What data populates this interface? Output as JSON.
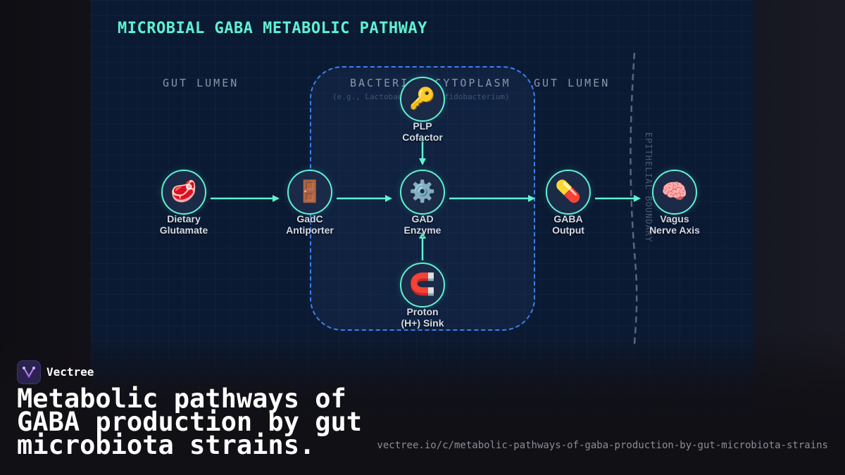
{
  "diagram": {
    "title": "MICROBIAL GABA METABOLIC PATHWAY",
    "regions": {
      "left_lumen": "GUT LUMEN",
      "cytoplasm": "BACTERIAL CYTOPLASM",
      "cytoplasm_subtitle": "(e.g., Lactobacillus, Bifidobacterium)",
      "right_lumen": "GUT LUMEN",
      "boundary": "EPITHELIAL BOUNDARY"
    },
    "nodes": {
      "glutamate": {
        "icon": "meat-icon",
        "glyph": "🥩",
        "line1": "Dietary",
        "line2": "Glutamate"
      },
      "gadc": {
        "icon": "door-icon",
        "glyph": "🚪",
        "line1": "GadC",
        "line2": "Antiporter"
      },
      "plp": {
        "icon": "key-icon",
        "glyph": "🔑",
        "line1": "PLP",
        "line2": "Cofactor"
      },
      "gad": {
        "icon": "gear-icon",
        "glyph": "⚙️",
        "line1": "GAD",
        "line2": "Enzyme"
      },
      "proton": {
        "icon": "magnet-icon",
        "glyph": "🧲",
        "line1": "Proton",
        "line2": "(H+) Sink"
      },
      "gaba": {
        "icon": "pill-icon",
        "glyph": "💊",
        "line1": "GABA",
        "line2": "Output"
      },
      "vagus": {
        "icon": "brain-icon",
        "glyph": "🧠",
        "line1": "Vagus",
        "line2": "Nerve Axis"
      }
    },
    "edges": [
      {
        "from": "Dietary Glutamate",
        "to": "GadC Antiporter"
      },
      {
        "from": "GadC Antiporter",
        "to": "GAD Enzyme"
      },
      {
        "from": "PLP Cofactor",
        "to": "GAD Enzyme"
      },
      {
        "from": "Proton (H+) Sink",
        "to": "GAD Enzyme"
      },
      {
        "from": "GAD Enzyme",
        "to": "GABA Output"
      },
      {
        "from": "GABA Output",
        "to": "Vagus Nerve Axis"
      }
    ]
  },
  "colors": {
    "accent": "#5ef2d2",
    "cytoplasm_border": "#3d7ff0",
    "panel_background": "#0b1a33",
    "node_fill": "#1b2a47"
  },
  "footer": {
    "brand_icon": "vectree-logo-icon",
    "brand_name": "Vectree",
    "headline": "Metabolic pathways of\nGABA production by gut\nmicrobiota strains.",
    "url": "vectree.io/c/metabolic-pathways-of-gaba-production-by-gut-microbiota-strains"
  }
}
